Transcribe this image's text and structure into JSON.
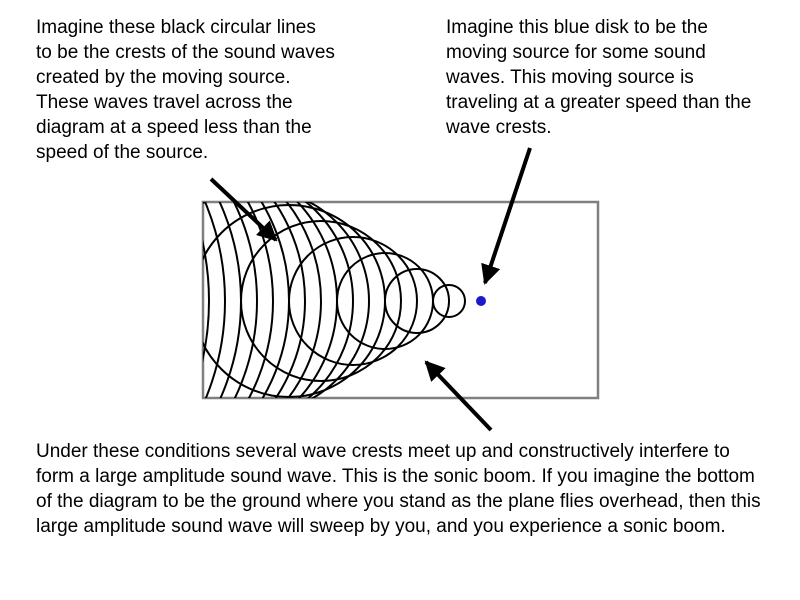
{
  "captions": {
    "crests": "Imagine these black circular lines to be the crests of the sound waves created by the moving source. These waves travel across the diagram at a speed less than the speed of the source.",
    "source": "Imagine this blue disk to be the moving source for some sound waves. This moving source is traveling at a greater speed than the wave crests.",
    "boom": "Under these conditions several wave crests meet up and constructively interfere to form a large amplitude sound wave. This is the sonic boom. If you imagine the bottom of the diagram to be the ground where you stand as the plane flies overhead, then this large amplitude sound wave will sweep by you, and you experience a sonic boom."
  },
  "colors": {
    "source": "#1a1acc",
    "crest": "#000000",
    "frame": "#808080"
  },
  "icons": {
    "source": "blue-disk",
    "arrows": "arrow-icon"
  }
}
